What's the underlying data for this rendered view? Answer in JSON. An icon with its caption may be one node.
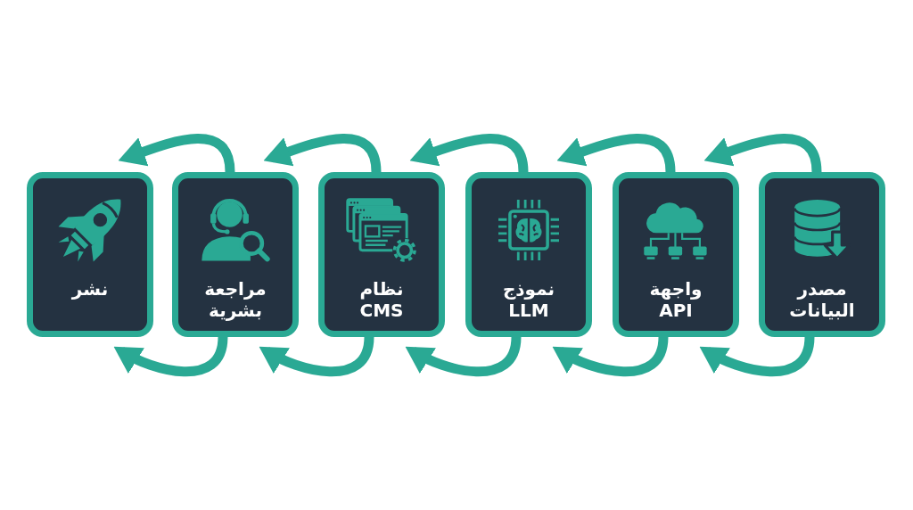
{
  "diagram": {
    "nodes": [
      {
        "text": [
          "مصدر البيانات"
        ]
      },
      {
        "text": [
          "واجهة API"
        ]
      },
      {
        "text": [
          "نموذج LLM"
        ]
      },
      {
        "text": [
          "نظام CMS"
        ]
      },
      {
        "text": [
          "مراجعة بشرية"
        ]
      },
      {
        "text": [
          "نشر"
        ]
      }
    ],
    "edges": [
      {
        "from": 0,
        "to": 1,
        "arrow": "to"
      },
      {
        "from": 0,
        "to": 1,
        "arrow": "to"
      },
      {
        "from": 1,
        "to": 2,
        "arrow": "to"
      },
      {
        "from": 1,
        "to": 2,
        "arrow": "to"
      },
      {
        "from": 2,
        "to": 3,
        "arrow": "to"
      },
      {
        "from": 2,
        "to": 3,
        "arrow": "to"
      },
      {
        "from": 3,
        "to": 4,
        "arrow": "to"
      },
      {
        "from": 3,
        "to": 4,
        "arrow": "to"
      },
      {
        "from": 4,
        "to": 5,
        "arrow": "to"
      },
      {
        "from": 4,
        "to": 5,
        "arrow": "to"
      }
    ]
  }
}
